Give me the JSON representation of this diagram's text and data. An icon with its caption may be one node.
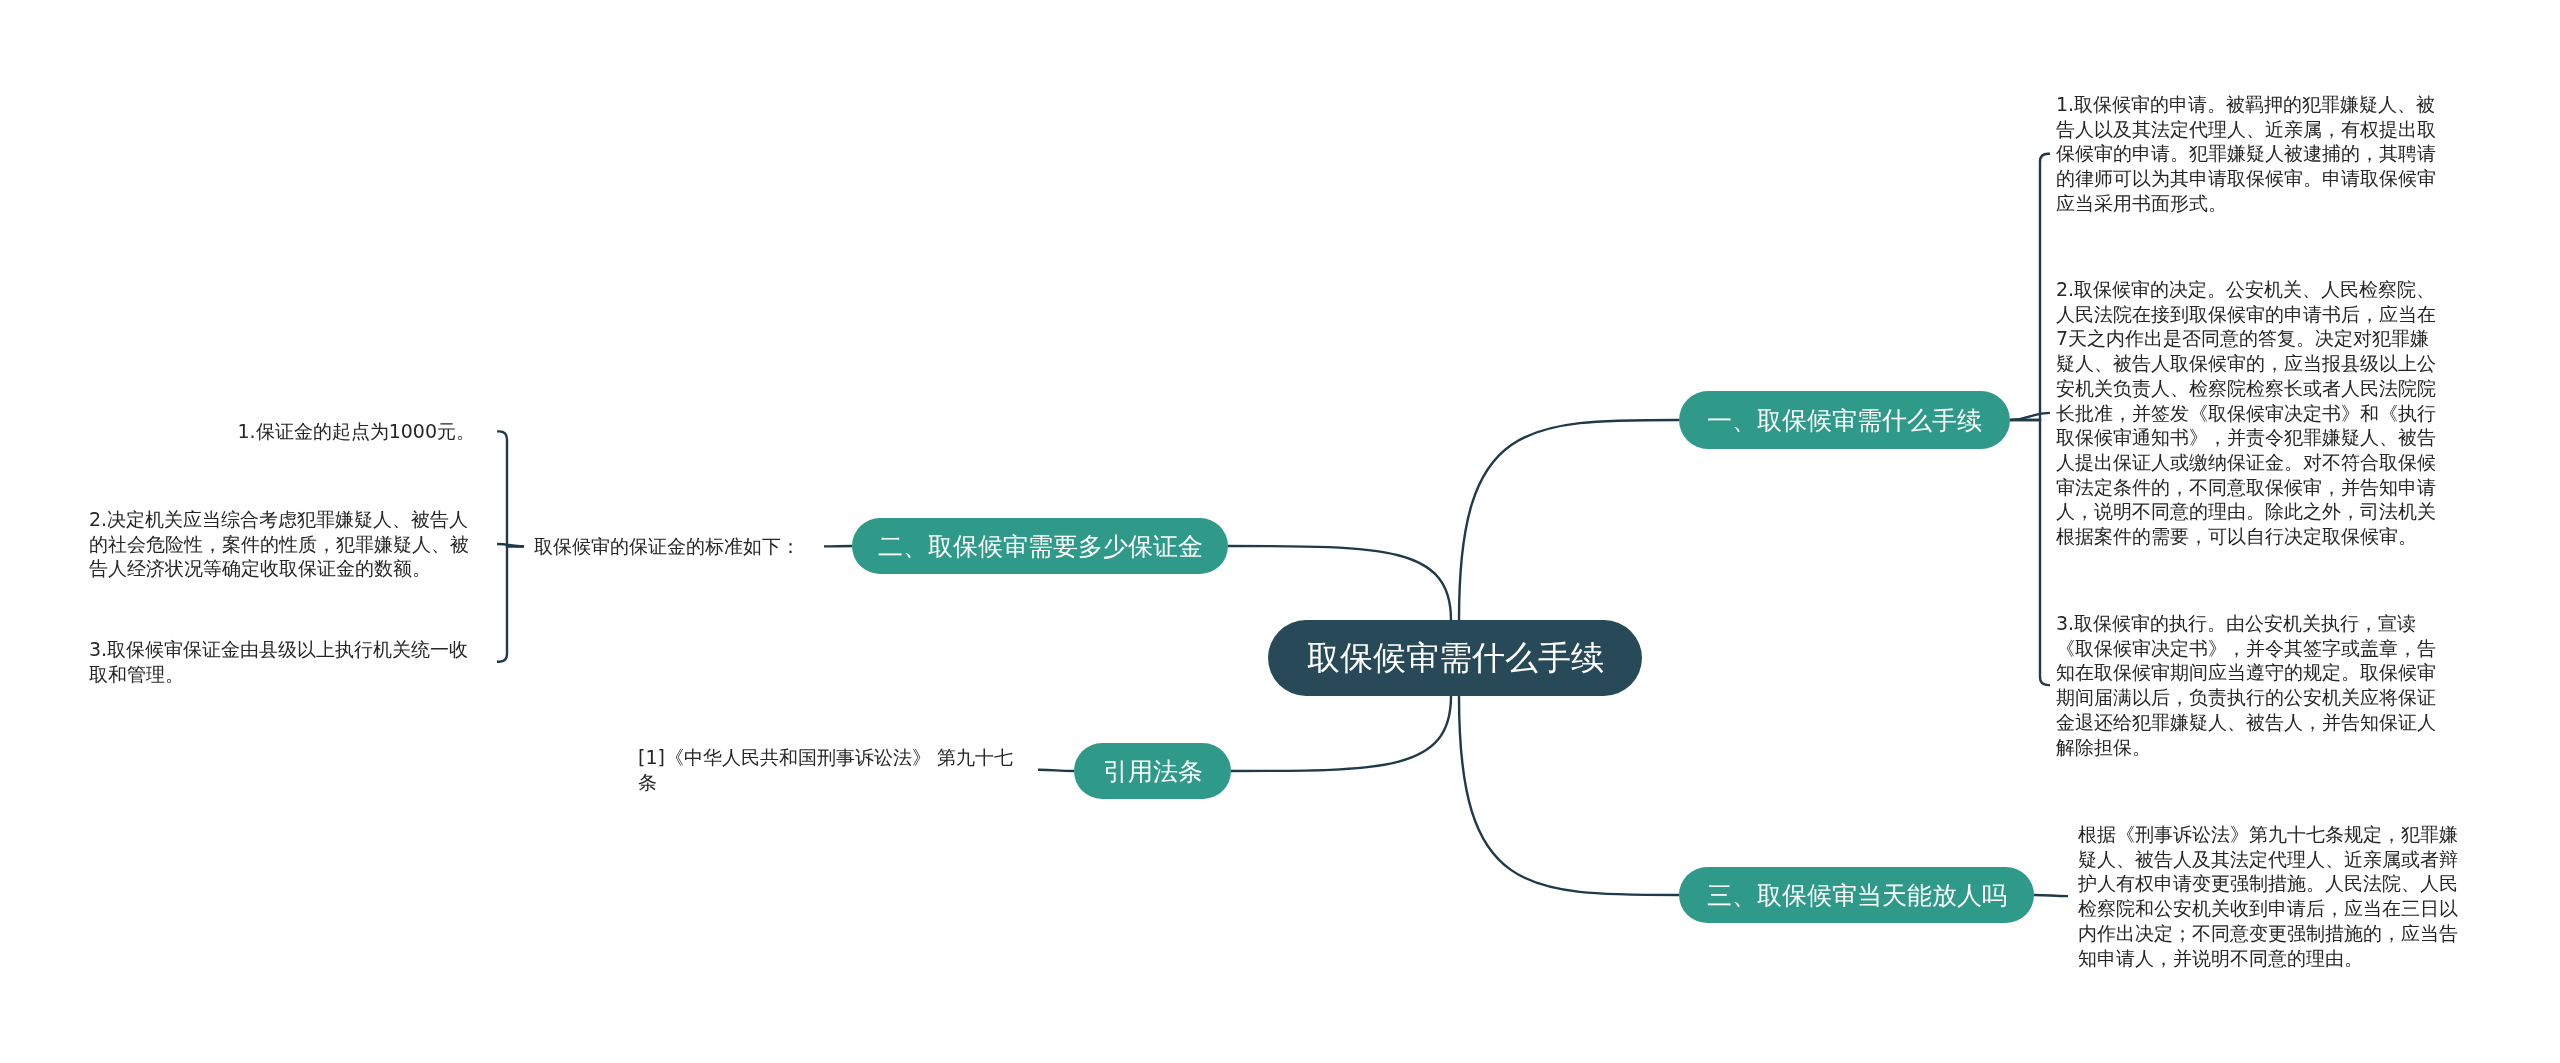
{
  "diagram": {
    "nodes": [
      {
        "text": [
          "取保候审需什么手续"
        ]
      },
      {
        "text": [
          "一、取保候审需什么手续"
        ]
      },
      {
        "text": [
          "1.取保候审的申请。被羁押的犯罪嫌疑人、被告人以及其法定代理人、近亲属，有权提出取保候审的申请。犯罪嫌疑人被逮捕的，其聘请的律师可以为其申请取保候审。申请取保候审应当采用书面形式。"
        ]
      },
      {
        "text": [
          "2.取保候审的决定。公安机关、人民检察院、人民法院在接到取保候审的申请书后，应当在7天之内作出是否同意的答复。决定对犯罪嫌疑人、被告人取保候审的，应当报县级以上公安机关负责人、检察院检察长或者人民法院院长批准，并签发《取保候审决定书》和《执行取保候审通知书》，并责令犯罪嫌疑人、被告人提出保证人或缴纳保证金。对不符合取保候审法定条件的，不同意取保候审，并告知申请人，说明不同意的理由。除此之外，司法机关根据案件的需要，可以自行决定取保候审。"
        ]
      },
      {
        "text": [
          "3.取保候审的执行。由公安机关执行，宣读《取保候审决定书》，并令其签字或盖章，告知在取保候审期间应当遵守的规定。取保候审期间届满以后，负责执行的公安机关应将保证金退还给犯罪嫌疑人、被告人，并告知保证人解除担保。"
        ]
      },
      {
        "text": [
          "二、取保候审需要多少保证金"
        ]
      },
      {
        "text": [
          "取保候审的保证金的标准如下："
        ]
      },
      {
        "text": [
          "1.保证金的起点为1000元。"
        ]
      },
      {
        "text": [
          "2.决定机关应当综合考虑犯罪嫌疑人、被告人的社会危险性，案件的性质，犯罪嫌疑人、被告人经济状况等确定收取保证金的数额。"
        ]
      },
      {
        "text": [
          "3.取保候审保证金由县级以上执行机关统一收取和管理。"
        ]
      },
      {
        "text": [
          "三、取保候审当天能放人吗"
        ]
      },
      {
        "text": [
          "根据《刑事诉讼法》第九十七条规定，犯罪嫌疑人、被告人及其法定代理人、近亲属或者辩护人有权申请变更强制措施。人民法院、人民检察院和公安机关收到申请后，应当在三日以内作出决定；不同意变更强制措施的，应当告知申请人，并说明不同意的理由。"
        ]
      },
      {
        "text": [
          "引用法条"
        ]
      },
      {
        "text": [
          "[1]《中华人民共和国刑事诉讼法》 第九十七条"
        ]
      }
    ],
    "edges": [
      {
        "from": 0,
        "to": 1,
        "arrow": "none"
      },
      {
        "from": 1,
        "to": 2,
        "arrow": "none"
      },
      {
        "from": 1,
        "to": 3,
        "arrow": "none"
      },
      {
        "from": 1,
        "to": 4,
        "arrow": "none"
      },
      {
        "from": 0,
        "to": 5,
        "arrow": "none"
      },
      {
        "from": 5,
        "to": 6,
        "arrow": "none"
      },
      {
        "from": 6,
        "to": 7,
        "arrow": "none"
      },
      {
        "from": 6,
        "to": 8,
        "arrow": "none"
      },
      {
        "from": 6,
        "to": 9,
        "arrow": "none"
      },
      {
        "from": 0,
        "to": 10,
        "arrow": "none"
      },
      {
        "from": 10,
        "to": 11,
        "arrow": "none"
      },
      {
        "from": 0,
        "to": 12,
        "arrow": "none"
      },
      {
        "from": 12,
        "to": 13,
        "arrow": "none"
      }
    ]
  }
}
